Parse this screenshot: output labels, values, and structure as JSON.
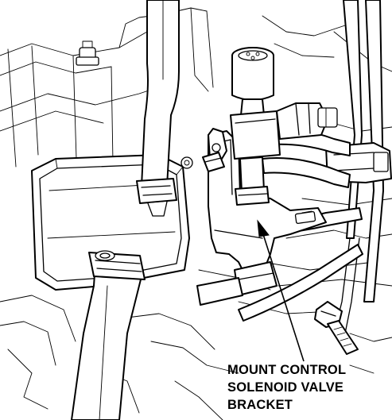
{
  "callout": {
    "lines": [
      "MOUNT CONTROL",
      "SOLENOID VALVE",
      "BRACKET"
    ]
  },
  "colors": {
    "ink": "#000000",
    "paper": "#ffffff"
  }
}
